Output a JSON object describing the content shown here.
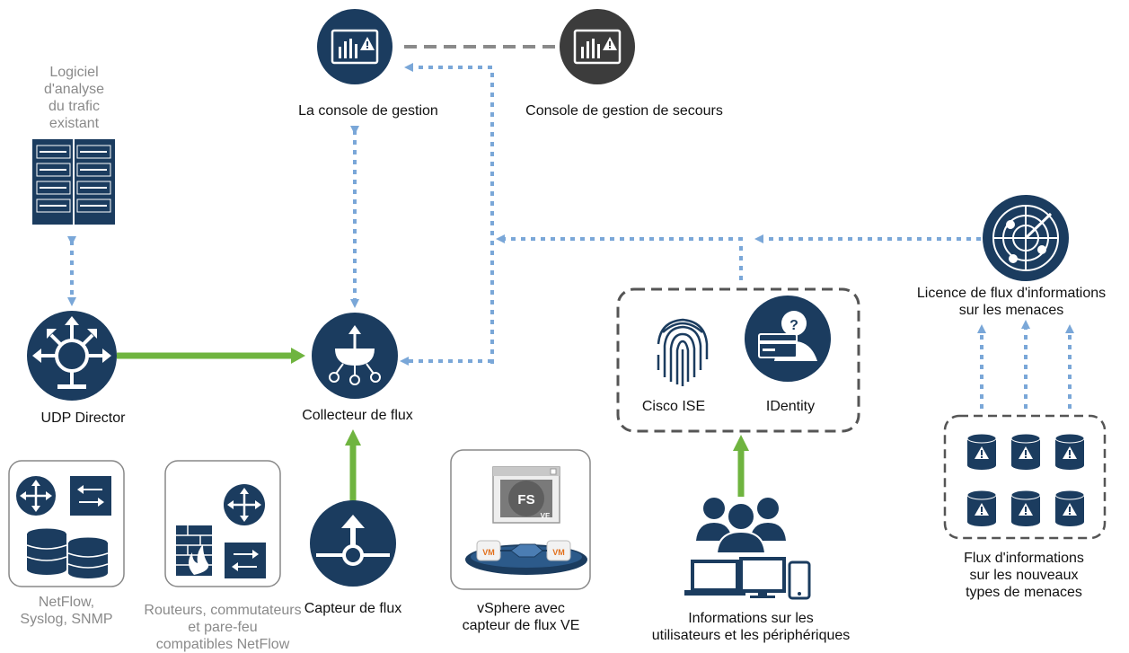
{
  "colors": {
    "navy": "#1b3c5f",
    "dark_gray": "#3c3c3c",
    "flow_green": "#6fb43f",
    "dotted_blue": "#7aa7d8",
    "dash_gray": "#8a8a8a",
    "box_border": "#555555",
    "light_label": "#8a8a8a"
  },
  "nodes": {
    "mgmt_console": "La console de gestion",
    "backup_console": "Console de gestion de secours",
    "legacy_label": [
      "Logiciel",
      "d'analyse",
      "du trafic",
      "existant"
    ],
    "udp_director": "UDP Director",
    "flow_collector": "Collecteur de flux",
    "flow_sensor": "Capteur de flux",
    "vsphere": [
      "vSphere avec",
      "capteur de flux VE"
    ],
    "fs_badge": "FS",
    "ve_badge": "VE",
    "vm_badge": "VM",
    "cisco_ise": "Cisco ISE",
    "identity": "IDentity",
    "users_devices": [
      "Informations sur les",
      "utilisateurs et les périphériques"
    ],
    "threat_license": [
      "Licence de flux d'informations",
      "sur les menaces"
    ],
    "threat_feeds": [
      "Flux d'informations",
      "sur les nouveaux",
      "types de menaces"
    ],
    "netflow": [
      "NetFlow,",
      "Syslog, SNMP"
    ],
    "routers": [
      "Routeurs, commutateurs",
      "et pare-feu",
      "compatibles NetFlow"
    ]
  }
}
